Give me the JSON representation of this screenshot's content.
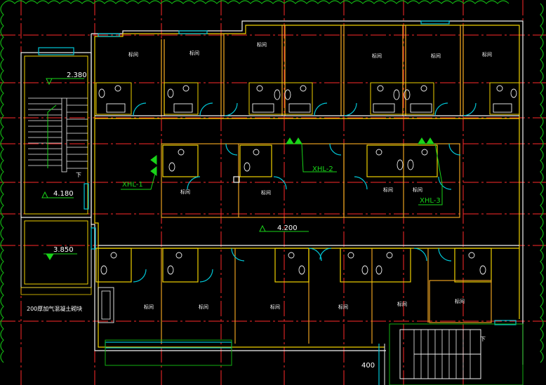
{
  "drawing": {
    "background": "#000000",
    "colors": {
      "grid_red": "#ff2a2a",
      "wall_yellow": "#f0d000",
      "wall_white": "#f2f2f2",
      "door_cyan": "#00c8d8",
      "text_white": "#ffffff",
      "level_green": "#19d419",
      "tree_green": "#12b012",
      "wall_orange": "#e8a020"
    },
    "levels": {
      "stair_top": "2.380",
      "stair_mid": "4.180",
      "corridor": "4.200",
      "lower_left": "3.850"
    },
    "tags": {
      "xhl1": "XHL-1",
      "xhl2": "XHL-2",
      "xhl3": "XHL-3"
    },
    "rooms": {
      "label": "标间"
    },
    "notes": {
      "slab": "200厚加气混凝土砌块",
      "dim400": "400",
      "down1": "下",
      "down2": "下"
    }
  }
}
